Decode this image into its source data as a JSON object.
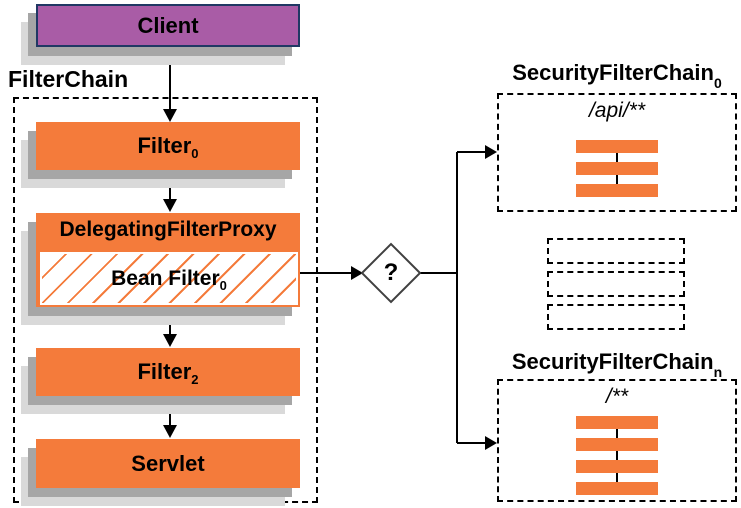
{
  "diagram": {
    "client": {
      "label": "Client"
    },
    "filterchain": {
      "title": "FilterChain",
      "filter0": {
        "label": "Filter",
        "sub": "0"
      },
      "dfp": {
        "label": "DelegatingFilterProxy"
      },
      "bean_filter": {
        "label": "Bean Filter",
        "sub": "0"
      },
      "filter2": {
        "label": "Filter",
        "sub": "2"
      },
      "servlet": {
        "label": "Servlet"
      }
    },
    "decision": {
      "label": "?"
    },
    "sfc0": {
      "title": "SecurityFilterChain",
      "sub": "0",
      "url_pattern": "/api/**",
      "filter_count": 3
    },
    "sfcn": {
      "title": "SecurityFilterChain",
      "sub": "n",
      "url_pattern": "/**",
      "filter_count": 4
    },
    "placeholder_chain_count": 3,
    "colors": {
      "box_orange": "#F47B3B",
      "client_purple": "#A95CA6",
      "client_border": "#203864",
      "shadow_dark": "#A6A6A6",
      "shadow_light": "#D9D9D9",
      "diamond_border": "#404040"
    }
  }
}
